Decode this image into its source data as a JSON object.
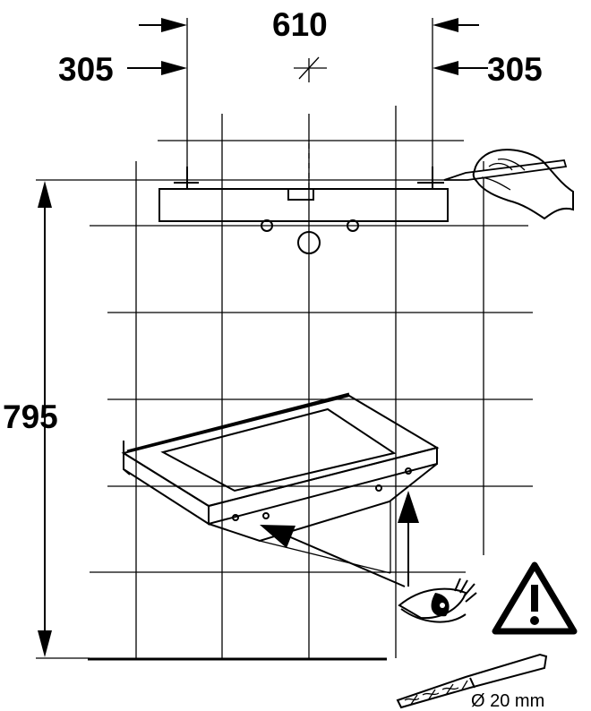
{
  "dimensions": {
    "total_width": "610",
    "left_offset": "305",
    "right_offset": "305",
    "height": "795"
  },
  "drill": {
    "diameter_label": "Ø 20 mm"
  },
  "icons": {
    "warning": "warning-triangle-icon",
    "eye": "eye-icon",
    "hand": "hand-with-pencil-icon",
    "drill": "drill-bit-icon"
  }
}
